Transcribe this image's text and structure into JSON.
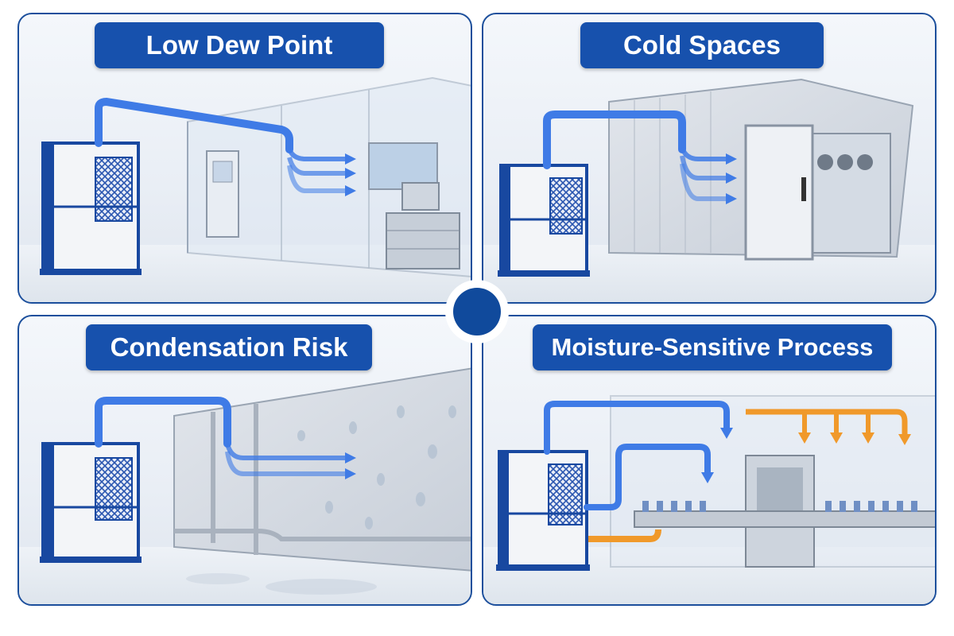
{
  "panels": [
    {
      "title": "Low Dew Point"
    },
    {
      "title": "Cold Spaces"
    },
    {
      "title": "Condensation Risk"
    },
    {
      "title": "Moisture-Sensitive Process"
    }
  ],
  "colors": {
    "brand_blue": "#1751ad",
    "airflow_blue": "#3f7be6",
    "warm_airflow": "#f0992a",
    "border": "#1c4f9c"
  }
}
